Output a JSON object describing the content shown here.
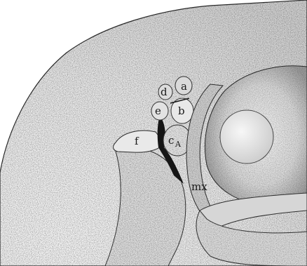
{
  "figure": {
    "labels": {
      "a": "a",
      "b": "b",
      "c": "c",
      "c_sub": "A",
      "d": "d",
      "e": "e",
      "f": "f",
      "mx": "mx"
    }
  }
}
